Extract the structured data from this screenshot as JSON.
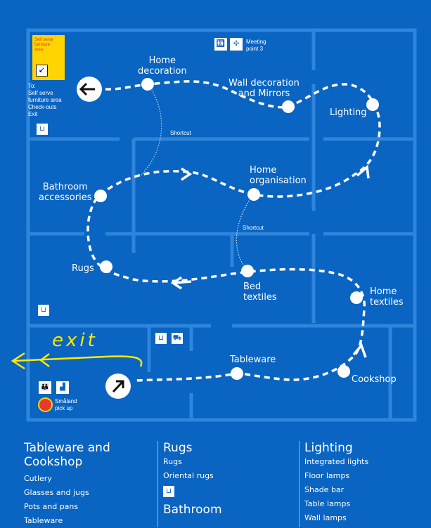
{
  "map": {
    "stops": {
      "home_decoration": "Home\ndecoration",
      "wall_decoration": "Wall decoration\nand Mirrors",
      "lighting": "Lighting",
      "home_organisation": "Home\norganisation",
      "bathroom_accessories": "Bathroom\naccessories",
      "rugs": "Rugs",
      "bed_textiles": "Bed\ntextiles",
      "home_textiles": "Home\ntextiles",
      "tableware": "Tableware",
      "cookshop": "Cookshop"
    },
    "shortcut_label_1": "Shortcut",
    "shortcut_label_2": "Shortcut",
    "meeting_point": "Meeting\npoint 3",
    "self_serve_card": "Self serve\nfurniture\narea",
    "to_label": "To:\nSelf serve\nfurniture area\nCheck-outs\nExit",
    "smaland": "Småland\npick up",
    "handwritten_exit": "exit",
    "colors": {
      "background": "#0a64c1",
      "walls": "#1f76cf",
      "path": "#ffffff",
      "annotation": "#ffe900"
    }
  },
  "legend": {
    "col1": {
      "heading": "Tableware and\nCookshop",
      "items": [
        "Cutlery",
        "Glasses and jugs",
        "Pots and pans",
        "Tableware"
      ]
    },
    "col2": {
      "heading": "Rugs",
      "items": [
        "Rugs",
        "Oriental rugs"
      ],
      "heading2": "Bathroom"
    },
    "col3": {
      "heading": "Lighting",
      "items": [
        "Integrated lights",
        "Floor lamps",
        "Shade bar",
        "Table lamps",
        "Wall lamps"
      ]
    }
  }
}
